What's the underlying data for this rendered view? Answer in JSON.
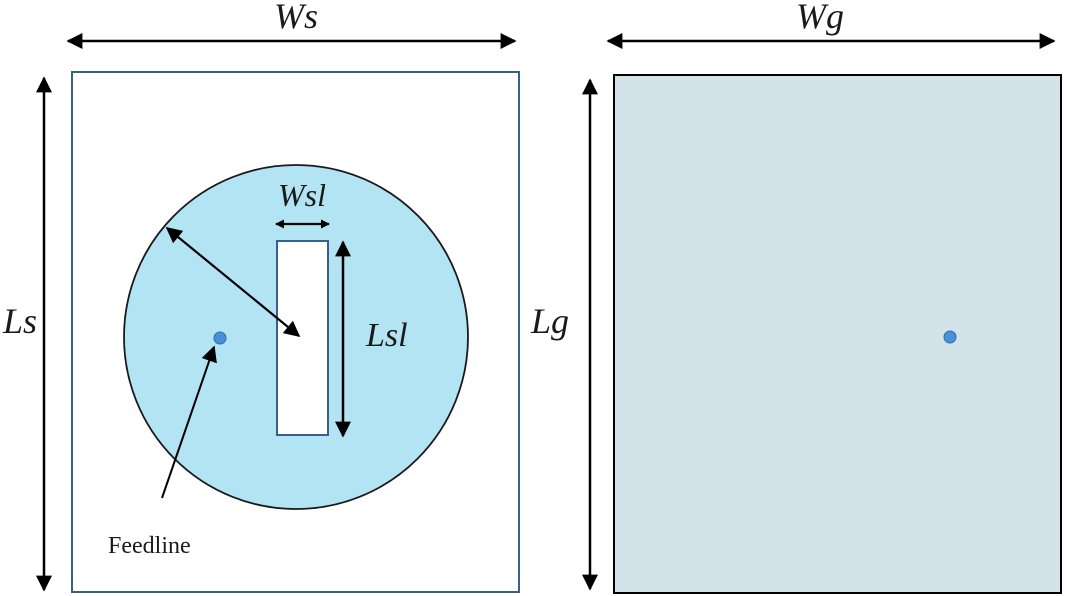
{
  "labels": {
    "substrate_width": "Ws",
    "substrate_length": "Ls",
    "ground_width": "Wg",
    "ground_length": "Lg",
    "slot_width": "Wsl",
    "slot_length": "Lsl",
    "feedline": "Feedline"
  },
  "colors": {
    "patch_fill": "#b3e4f4",
    "ground_fill": "#d3e3ea",
    "substrate_border": "#3a5f8a",
    "feed_point": "#4a90d9",
    "arrow": "#000000"
  }
}
